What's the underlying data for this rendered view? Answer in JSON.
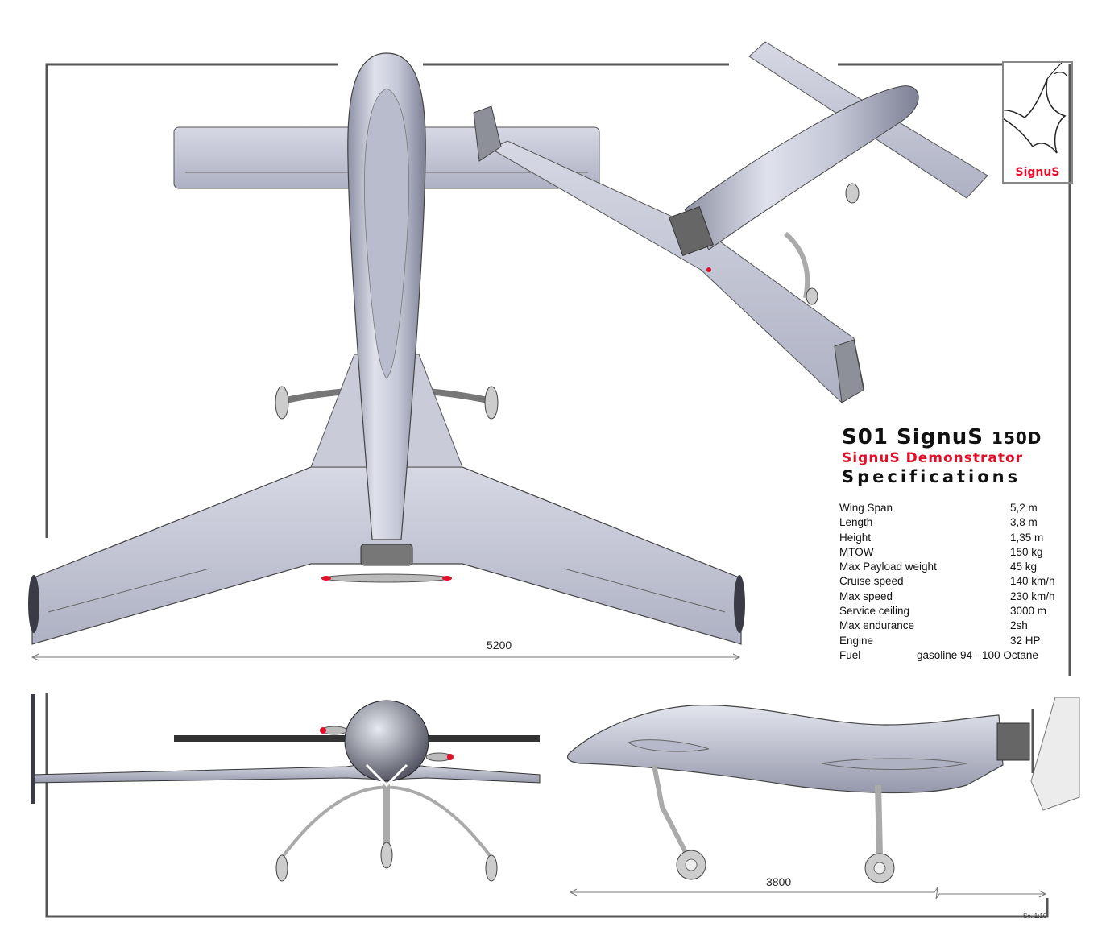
{
  "title": {
    "model_prefix": "S01",
    "model_name": "SignuS",
    "model_suffix": "150D",
    "subtitle": "SignuS Demonstrator",
    "heading": "Specifications"
  },
  "logo": {
    "text": "SignuS"
  },
  "specifications": [
    {
      "label": "Wing Span",
      "value": "5,2 m"
    },
    {
      "label": "Length",
      "value": "3,8 m"
    },
    {
      "label": "Height",
      "value": "1,35 m"
    },
    {
      "label": "MTOW",
      "value": "150 kg"
    },
    {
      "label": "Max Payload weight",
      "value": "45 kg"
    },
    {
      "label": "Cruise speed",
      "value": "140 km/h"
    },
    {
      "label": "Max speed",
      "value": "230 km/h"
    },
    {
      "label": "Service ceiling",
      "value": "3000 m"
    },
    {
      "label": "Max endurance",
      "value": "2sh"
    },
    {
      "label": "Engine",
      "value": "32 HP"
    },
    {
      "label": "Fuel",
      "value": "gasoline 94 - 100 Octane"
    }
  ],
  "dimensions": {
    "span": "5200",
    "length": "3800"
  },
  "scale": "Sc. 1:10",
  "colors": {
    "body": "#c4c7d6",
    "body_dark": "#8d90a3",
    "accent": "#e0102a",
    "frame": "#555555"
  }
}
